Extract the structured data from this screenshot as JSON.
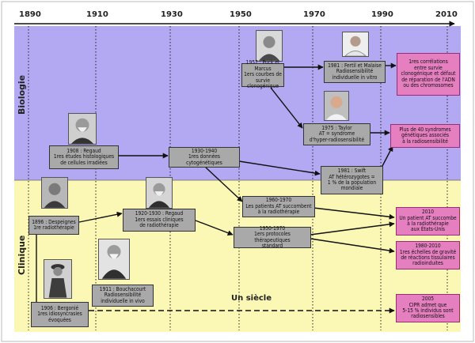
{
  "timeline": {
    "years": [
      "1890",
      "1910",
      "1930",
      "1950",
      "1970",
      "1990",
      "2010"
    ]
  },
  "bands": {
    "biology_label": "Biologie",
    "clinic_label": "Clinique",
    "center_title": "Un siècle",
    "colors": {
      "biology": "#b3a8f2",
      "clinic": "#fbf7b4",
      "grey_box": "#a9a9a9",
      "pink_box": "#e57fc0"
    }
  },
  "events": {
    "e1957": "1957 : Puck et Marcus\n1ers courbes de\nsurvie clonogénique",
    "e1981a": "1981 : Fertil et Malaise\nRadiosensibilité\nindividuelle in vitro",
    "e_corr": "1res corrélations\nentre survie\nclonogénique et défaut\nde réparation de l'ADN\nou des chromosomes",
    "e1975": "1975 : Taylor\nAT = syndrome\nd'hyper-radiosensibilité",
    "e_synd": "Plus de 40 syndromes\ngénétiques associés\nà la radiosensibilité",
    "e1908": "1908 : Regaud\n1res études histologiques\nde cellules irradiées",
    "e1930": "1930-1940\n1res données\ncytogénétiques",
    "e1981b": "1981 : Swift\nAT hétérozygotes =\n1 % de la population\nmondiale",
    "e1960": "1960-1970\nLes patients AT succombent\nà la radiothérapie",
    "e2010a": "2010\nUn patient AT succombe\nà la radiothérapie\naux États-Unis",
    "e1896": "1896 : Despeignes\n1re radiothérapie",
    "e1920": "1920-1930 : Regaud\n1ers essais cliniques\nde radiothérapie",
    "e1950": "1950-1970\n1ers protocoles thérapeutiques\nstandard",
    "e1980": "1980-2010\n1res échelles de gravité\nde réactions tissulaires\nradioinduites",
    "e1911": "1911 : Bouchacourt\nRadiosensibilité\nindividuelle in vivo",
    "e1906": "1906 : Bergonié\n1res idiosyncrasies\névoquées",
    "e2005": "2005\nCIPR admet que\n5-15 % individus sont\nradiosensibles"
  }
}
